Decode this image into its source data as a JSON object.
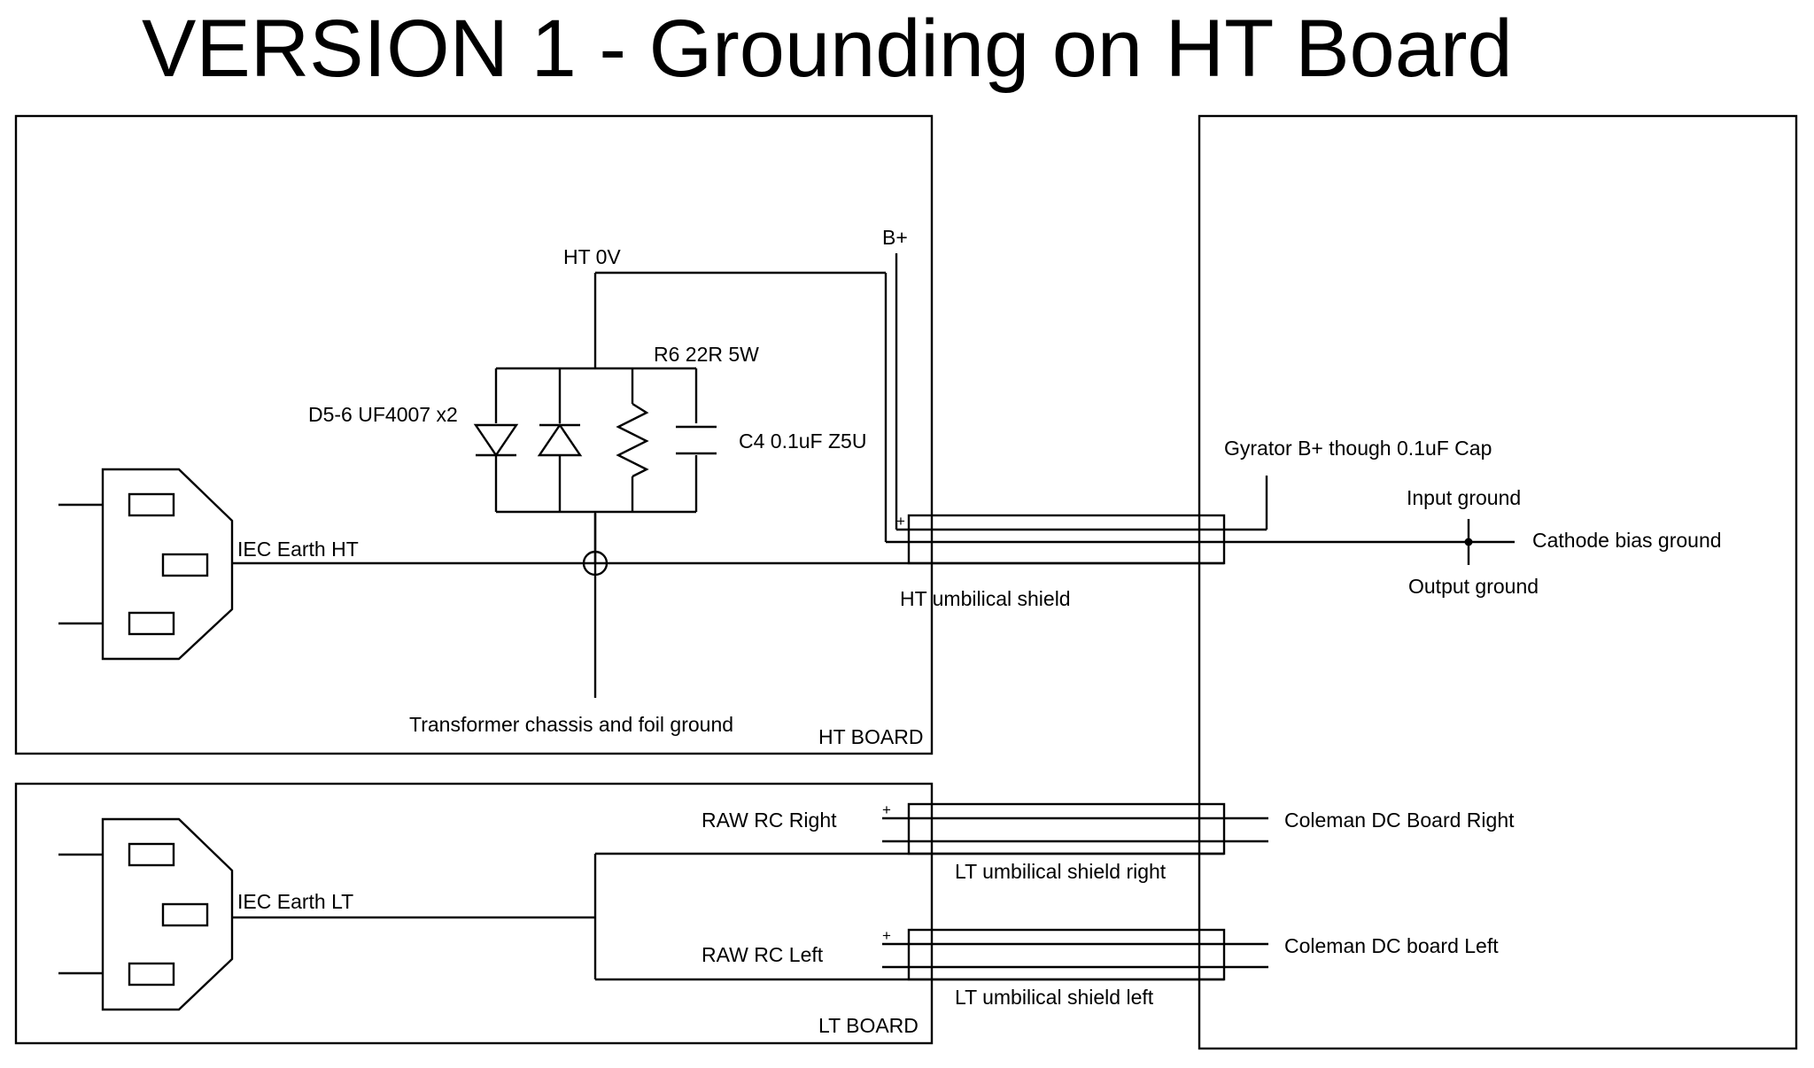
{
  "title": "VERSION 1 - Grounding on HT Board",
  "labels": {
    "ht_0v": "HT 0V",
    "b_plus": "B+",
    "r6": "R6 22R 5W",
    "d56": "D5-6 UF4007 x2",
    "c4": "C4 0.1uF Z5U",
    "gyrator": "Gyrator B+ though 0.1uF Cap",
    "input_ground": "Input ground",
    "cathode_bias_ground": "Cathode bias ground",
    "output_ground": "Output ground",
    "iec_earth_ht": "IEC Earth HT",
    "ht_umbilical_shield": "HT umbilical shield",
    "transformer_ground": "Transformer chassis and foil ground",
    "ht_board": "HT BOARD",
    "raw_rc_right": "RAW RC Right",
    "coleman_right": "Coleman DC Board Right",
    "lt_shield_right": "LT umbilical shield right",
    "iec_earth_lt": "IEC Earth LT",
    "raw_rc_left": "RAW RC Left",
    "coleman_left": "Coleman DC board Left",
    "lt_shield_left": "LT umbilical shield left",
    "lt_board": "LT BOARD",
    "plus": "+"
  }
}
